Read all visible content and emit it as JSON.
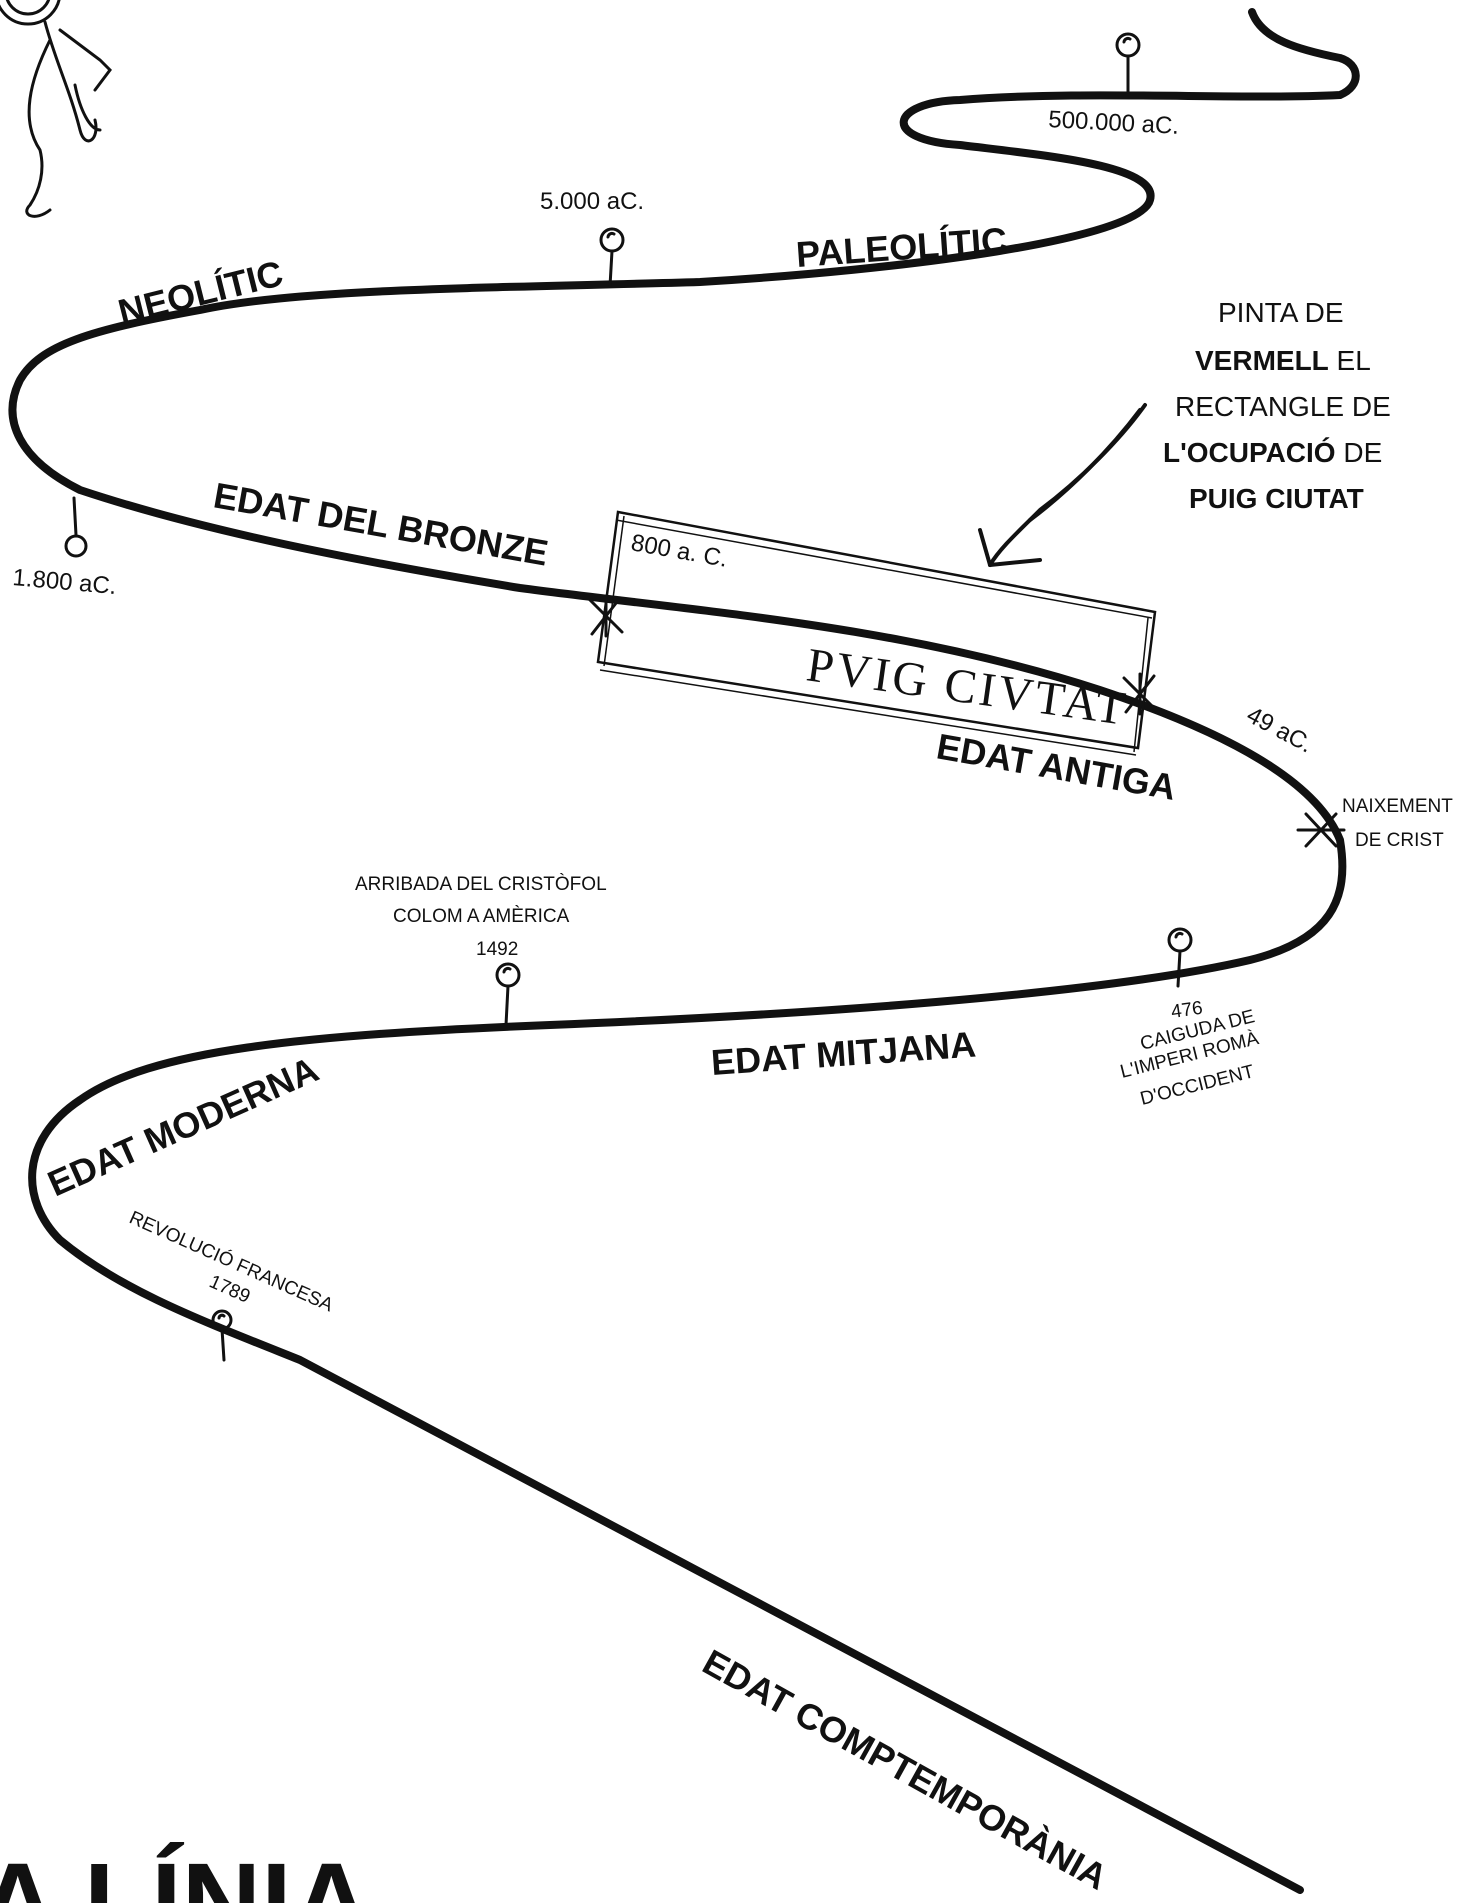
{
  "periods": {
    "paleolitic": "PALEOLÍTIC",
    "neolitic": "NEOLÍTIC",
    "bronze": "EDAT DEL BRONZE",
    "antiga": "EDAT ANTIGA",
    "mitjana": "EDAT MITJANA",
    "moderna": "EDAT MODERNA",
    "contemporania": "EDAT COMPTEMPORÀNIA"
  },
  "dates": {
    "d500000": "500.000 aC.",
    "d5000": "5.000 aC.",
    "d1800": "1.800 aC.",
    "d800": "800 a. C.",
    "d49": "49 aC."
  },
  "events": {
    "crist": [
      "NAIXEMENT",
      "DE CRIST"
    ],
    "roma": [
      "476",
      "CAIGUDA DE",
      "L'IMPERI ROMÀ",
      "D'OCCIDENT"
    ],
    "colom": [
      "ARRIBADA DEL CRISTÒFOL",
      "COLOM A AMÈRICA",
      "1492"
    ],
    "revolucio": [
      "REVOLUCIÓ FRANCESA",
      "1789"
    ]
  },
  "puig_label": "PVIG CIVTAT",
  "instruction": {
    "line1": "PINTA  DE",
    "line2_bold": "VERMELL",
    "line2_rest": " EL",
    "line3": "RECTANGLE DE",
    "line4_bold": "L'OCUPACIÓ",
    "line4_rest": " DE",
    "line5_bold": "PUIG CIUTAT"
  },
  "bottom_title": "A LÍNIA",
  "colors": {
    "ink": "#111111",
    "paper": "#ffffff"
  }
}
